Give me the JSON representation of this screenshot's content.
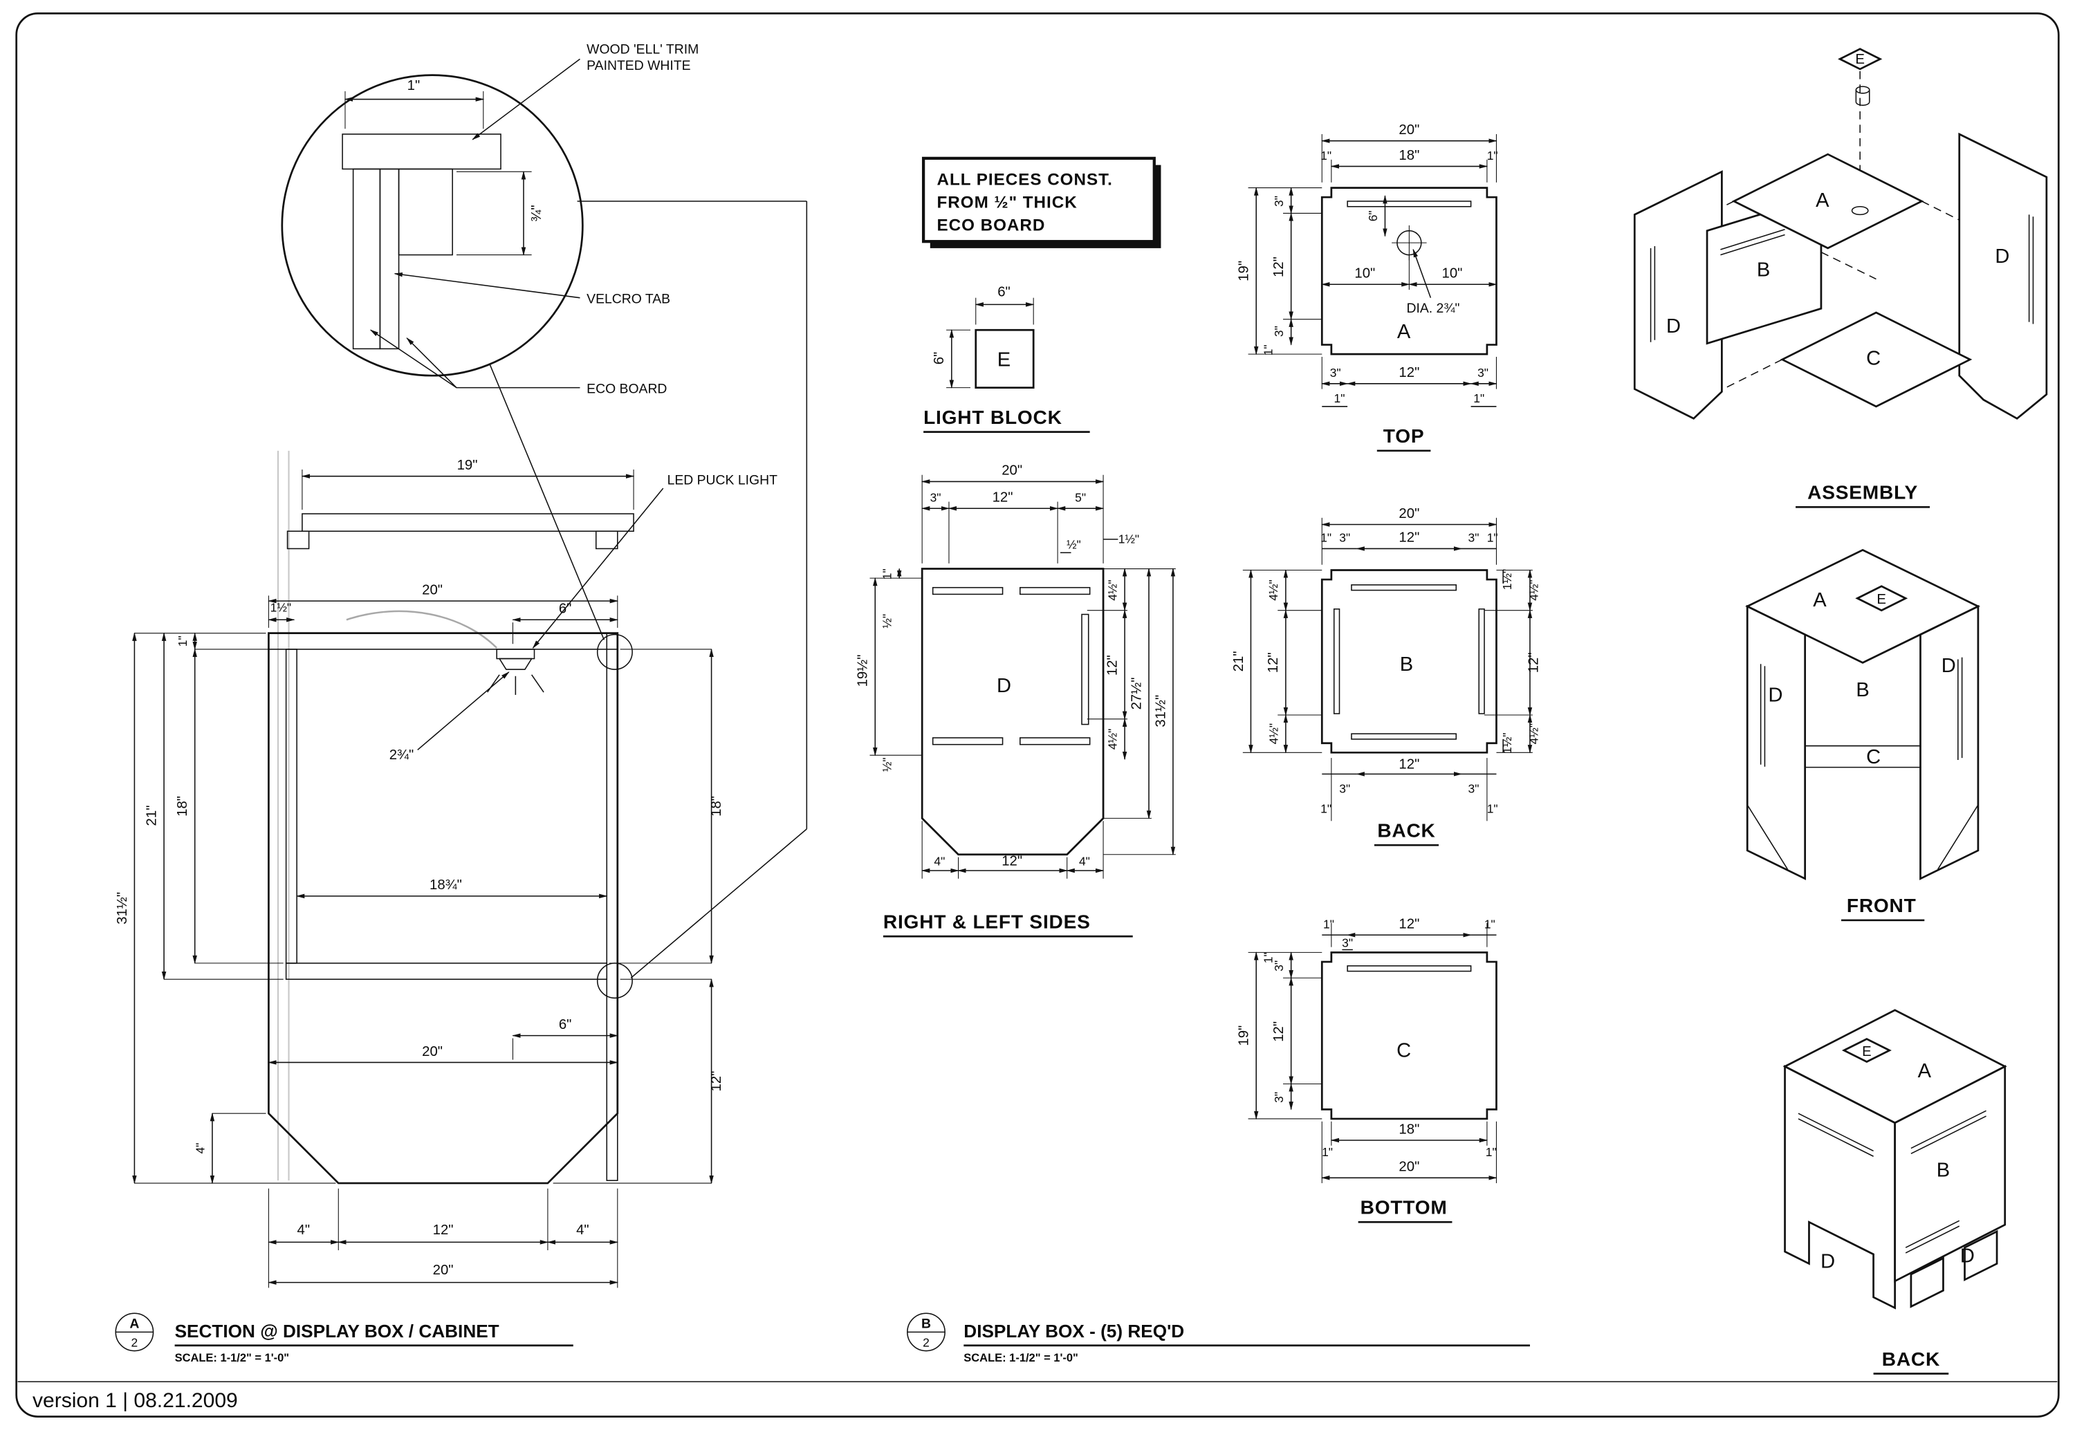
{
  "sheet": {
    "version_text": "version 1 | 08.21.2009"
  },
  "note_box": {
    "lines": [
      "ALL PIECES CONST.",
      "FROM ½\" THICK",
      "ECO BOARD"
    ]
  },
  "detail_bubble": {
    "label_trim_line1": "WOOD 'ELL' TRIM",
    "label_trim_line2": "PAINTED WHITE",
    "label_velcro": "VELCRO TAB",
    "label_eco": "ECO BOARD",
    "dim_width": "1\"",
    "dim_thickness": "¾\""
  },
  "section_view": {
    "callout": {
      "letter": "A",
      "sheet": "2"
    },
    "title": "SECTION @ DISPLAY BOX / CABINET",
    "scale": "SCALE: 1-1/2\" = 1'-0\"",
    "led_label": "LED PUCK LIGHT",
    "dims": {
      "board_width": "19\"",
      "top_width": "20\"",
      "trim_offset": "1½\"",
      "light_offset": "6\"",
      "top_thickness": "1\"",
      "interior_height": "18\"",
      "box_height": "21\"",
      "total_height": "31½\"",
      "puck_dia": "2¾\"",
      "interior_width": "18¾\"",
      "right_interior_height": "18\"",
      "lower_width": "20\"",
      "lower_offset": "6\"",
      "leg_height": "12\"",
      "foot_height": "4\"",
      "bottom_left": "4\"",
      "bottom_center": "12\"",
      "bottom_right": "4\"",
      "bottom_total": "20\""
    }
  },
  "light_block_view": {
    "label": "LIGHT BLOCK",
    "piece_letter": "E",
    "dim_width": "6\"",
    "dim_height": "6\""
  },
  "sides_view": {
    "label": "RIGHT & LEFT SIDES",
    "piece_letter": "D",
    "dims": {
      "top_total": "20\"",
      "top_a": "3\"",
      "top_b": "12\"",
      "top_c": "5\"",
      "step_half": "½\"",
      "step_one_half": "1½\"",
      "left_one": "1\"",
      "left_half_a": "½\"",
      "left_height": "19½\"",
      "left_half_b": "½\"",
      "right_top": "4½\"",
      "right_mid": "12\"",
      "right_lower": "4½\"",
      "right_h1": "27½\"",
      "right_h2": "31½\"",
      "bottom_a": "4\"",
      "bottom_b": "12\"",
      "bottom_c": "4\""
    }
  },
  "top_view": {
    "label": "TOP",
    "piece_letter": "A",
    "hole_label": "DIA. 2¾\"",
    "dims": {
      "top_total": "20\"",
      "top_a": "1\"",
      "top_b": "18\"",
      "top_c": "1\"",
      "left_a": "3\"",
      "left_total": "19\"",
      "left_b": "12\"",
      "left_c": "3\"",
      "left_d": "1\"",
      "hole_offset": "6\"",
      "hole_x1": "10\"",
      "hole_x2": "10\"",
      "bot_a": "3\"",
      "bot_b": "12\"",
      "bot_c": "3\"",
      "bot_d": "1\"",
      "bot_e": "1\""
    }
  },
  "back_view": {
    "label": "BACK",
    "piece_letter": "B",
    "dims": {
      "top_total": "20\"",
      "top_a": "1\"",
      "top_b": "3\"",
      "top_c": "12\"",
      "top_d": "3\"",
      "top_e": "1\"",
      "left_a": "4½\"",
      "left_total": "21\"",
      "left_b": "12\"",
      "left_c": "4½\"",
      "right_t1": "1½\"",
      "right_a": "4½\"",
      "right_b": "12\"",
      "right_c": "4½\"",
      "right_t2": "1½\"",
      "bot_a": "12\"",
      "bot_b": "3\"",
      "bot_c": "3\"",
      "bot_d": "1\"",
      "bot_e": "1\""
    }
  },
  "bottom_view": {
    "label": "BOTTOM",
    "piece_letter": "C",
    "dims": {
      "top_a": "1\"",
      "top_b": "12\"",
      "top_c": "1\"",
      "top_d": "3\"",
      "left_a": "1\"",
      "left_b": "3\"",
      "left_total": "19\"",
      "left_c": "12\"",
      "left_d": "3\"",
      "bot_a": "18\"",
      "bot_b": "1\"",
      "bot_c": "1\"",
      "bot_total": "20\""
    }
  },
  "assembly_view": {
    "label": "ASSEMBLY",
    "pieces": {
      "e": "E",
      "a": "A",
      "b": "B",
      "d_left": "D",
      "d_right": "D",
      "c": "C"
    }
  },
  "front_view": {
    "label": "FRONT",
    "pieces": {
      "a": "A",
      "e": "E",
      "d_left": "D",
      "b": "B",
      "d_right": "D",
      "c": "C"
    }
  },
  "back_iso_view": {
    "label": "BACK",
    "pieces": {
      "e": "E",
      "a": "A",
      "b": "B",
      "d_left": "D",
      "d_right": "D"
    }
  },
  "callout_b": {
    "callout": {
      "letter": "B",
      "sheet": "2"
    },
    "title": "DISPLAY BOX - (5) REQ'D",
    "scale": "SCALE: 1-1/2\" = 1'-0\""
  }
}
